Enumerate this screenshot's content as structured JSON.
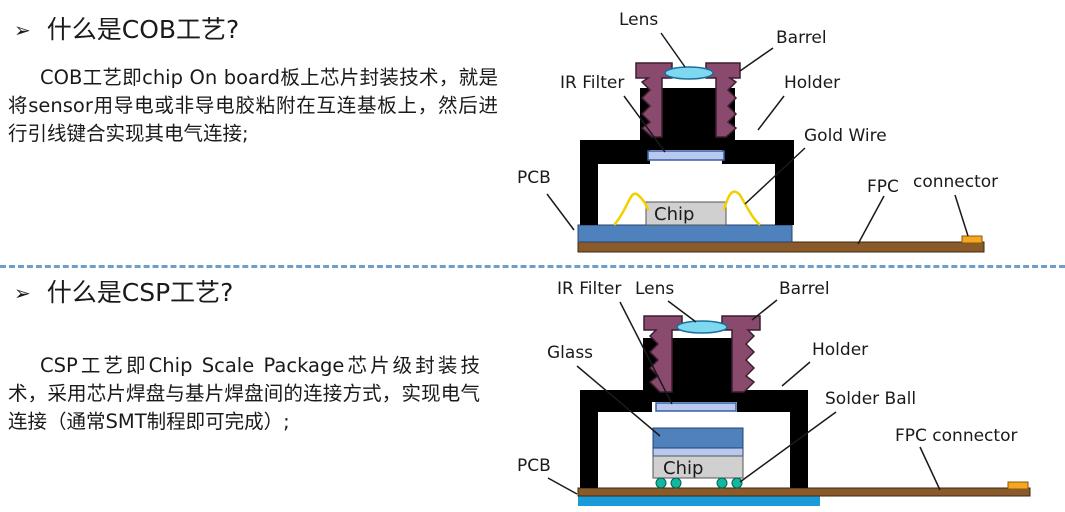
{
  "cob": {
    "bullet": "➢",
    "title": "什么是COB工艺?",
    "description": "COB工艺即chip On board板上芯片封装技术，就是将sensor用导电或非导电胶粘附在互连基板上，然后进行引线键合实现其电气连接;",
    "labels": {
      "lens": "Lens",
      "barrel": "Barrel",
      "ir_filter": "IR Filter",
      "holder": "Holder",
      "gold_wire": "Gold Wire",
      "pcb": "PCB",
      "chip": "Chip",
      "fpc": "FPC",
      "connector": "connector"
    }
  },
  "csp": {
    "bullet": "➢",
    "title": "什么是CSP工艺?",
    "description": "CSP工艺即Chip Scale Package芯片级封装技术，采用芯片焊盘与基片焊盘间的连接方式，实现电气连接（通常SMT制程即可完成）;",
    "labels": {
      "ir_filter": "IR Filter",
      "lens": "Lens",
      "barrel": "Barrel",
      "glass": "Glass",
      "holder": "Holder",
      "solder_ball": "Solder Ball",
      "pcb": "PCB",
      "chip": "Chip",
      "fpc_connector": "FPC connector"
    }
  },
  "colors": {
    "holder": "#000000",
    "barrel": "#8a4a6e",
    "lens": "#7ed8ef",
    "filter": "#b8c8ee",
    "pcb_blue": "#4f81bd",
    "fpc": "#8b5a2b",
    "connector": "#f5a623",
    "chip": "#d0d0d0",
    "gold_wire": "#f2d000",
    "solder_ball": "#10b8a0",
    "glass": "#4f81bd",
    "divider": "#6e9fcb"
  }
}
